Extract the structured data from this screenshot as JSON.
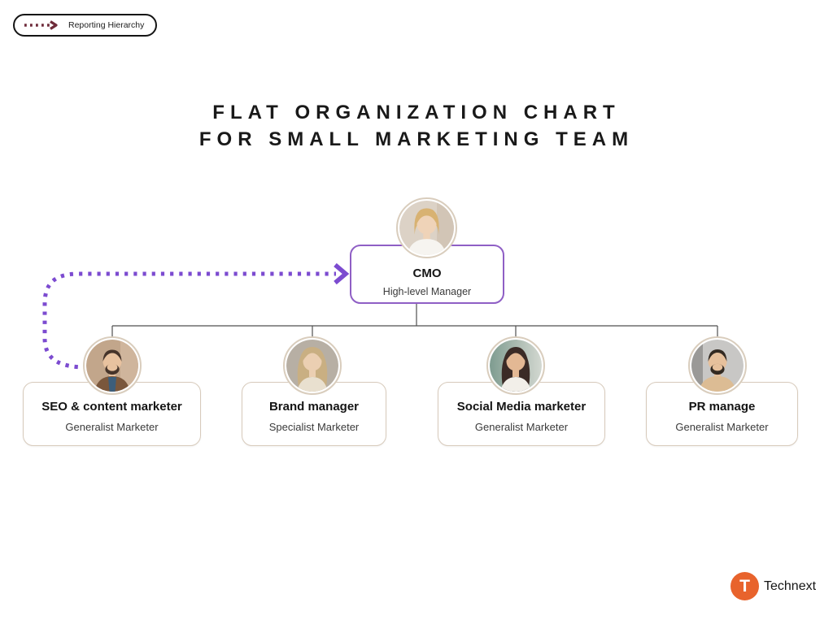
{
  "legend": {
    "label": "Reporting Hierarchy",
    "arrow_color": "#6E2B3A"
  },
  "title": {
    "line1": "FLAT ORGANIZATION CHART",
    "line2": "FOR SMALL MARKETING TEAM"
  },
  "chart": {
    "type": "org-chart",
    "root": {
      "title": "CMO",
      "subtitle": "High-level Manager",
      "photo_alt": "blonde woman in white blouse",
      "border_color": "#8F5FC5"
    },
    "children": [
      {
        "title": "SEO & content marketer",
        "subtitle": "Generalist Marketer",
        "photo_alt": "bearded man in brown jacket and blue shirt"
      },
      {
        "title": "Brand manager",
        "subtitle": "Specialist Marketer",
        "photo_alt": "woman with long blonde hair in cream top"
      },
      {
        "title": "Social Media marketer",
        "subtitle": "Generalist Marketer",
        "photo_alt": "dark-haired woman in white shirt"
      },
      {
        "title": "PR manage",
        "subtitle": "Generalist Marketer",
        "photo_alt": "bearded man in tan shirt"
      }
    ],
    "reporting_arrow": {
      "from": "SEO & content marketer",
      "to": "CMO",
      "color": "#7C4BD0",
      "style": "dotted"
    },
    "connector_color": "#4F4F4F",
    "child_border_color": "#D7CABB"
  },
  "footer": {
    "logo_letter": "T",
    "brand_name": "Technext",
    "logo_color": "#E8632C"
  }
}
